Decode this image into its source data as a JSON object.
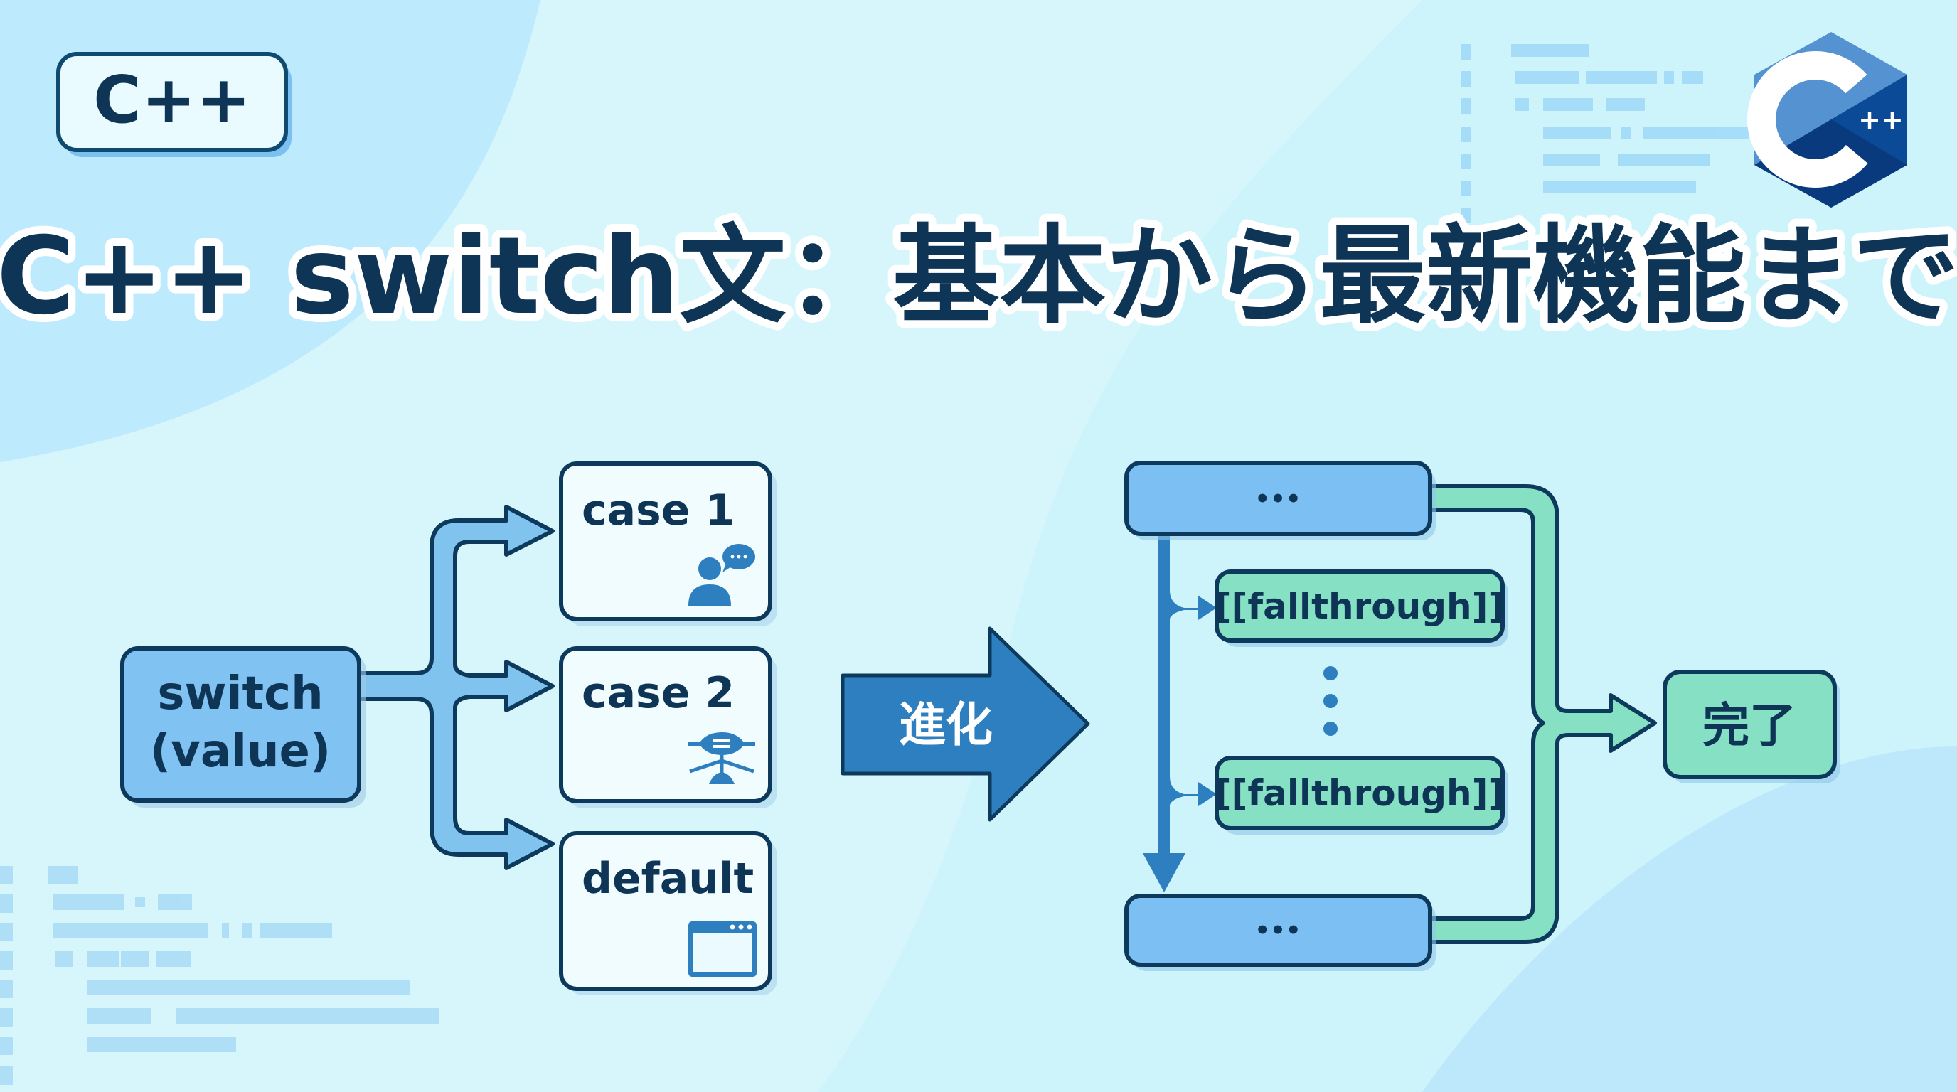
{
  "badge": {
    "label": "C++"
  },
  "title": "C++ switch文：基本から最新機能まで",
  "logo": {
    "letter": "C",
    "suffix": "++"
  },
  "left_diagram": {
    "switch_box": {
      "line1": "switch",
      "line2": "(value)"
    },
    "cases": [
      {
        "label": "case 1",
        "icon": "user-speech-icon"
      },
      {
        "label": "case 2",
        "icon": "robot-icon"
      },
      {
        "label": "default",
        "icon": "window-icon"
      }
    ]
  },
  "evolution_arrow": {
    "label": "進化"
  },
  "right_diagram": {
    "top_block": "•••",
    "bottom_block": "•••",
    "fallthrough_items": [
      "[[fallthrough]]",
      "[[fallthrough]]"
    ],
    "done_label": "完了"
  },
  "colors": {
    "dark": "#0f3556",
    "blue": "#7dbff0",
    "blue_dark": "#2e7fbf",
    "green": "#86e0c4",
    "bg": "#cdf3fb"
  }
}
